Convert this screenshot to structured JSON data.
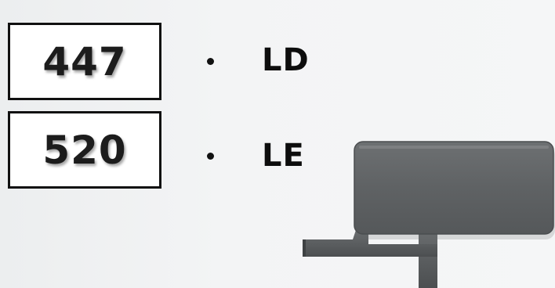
{
  "items": [
    {
      "code": "447",
      "side": "LD"
    },
    {
      "code": "520",
      "side": "LE"
    }
  ],
  "product_image": {
    "icon": "mudguard-flap-image",
    "color": "#5f6264"
  }
}
